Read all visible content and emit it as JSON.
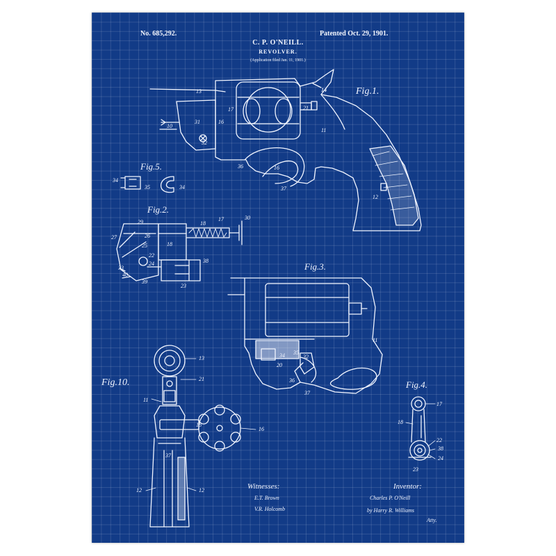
{
  "header": {
    "patent_number": "No. 685,292.",
    "patent_date": "Patented Oct. 29, 1901.",
    "inventor_name": "C. P. O'NEILL.",
    "invention_title": "REVOLVER.",
    "application_note": "(Application filed Jan. 11, 1901.)"
  },
  "figures": {
    "fig1": "Fig.1.",
    "fig2": "Fig.2.",
    "fig3": "Fig.3.",
    "fig4": "Fig.4.",
    "fig5": "Fig.5.",
    "fig10": "Fig.10."
  },
  "reference_numerals": {
    "fig1": [
      "13",
      "14",
      "10",
      "31",
      "16",
      "17",
      "21",
      "14",
      "11",
      "32",
      "36",
      "16",
      "37",
      "12"
    ],
    "fig5": [
      "34",
      "35",
      "34"
    ],
    "fig2": [
      "29",
      "18",
      "17",
      "30",
      "27",
      "26",
      "25",
      "22",
      "24",
      "33",
      "40",
      "39",
      "23",
      "38",
      "18"
    ],
    "fig3": [
      "11",
      "34",
      "20",
      "36",
      "37",
      "32",
      "35"
    ],
    "fig10": [
      "13",
      "21",
      "11",
      "16",
      "18",
      "37",
      "12",
      "12"
    ],
    "fig4": [
      "17",
      "18",
      "22",
      "38",
      "24",
      "23"
    ]
  },
  "signatures": {
    "witnesses_heading": "Witnesses:",
    "witness_1": "E.T. Brown",
    "witness_2": "V.R. Holcomb",
    "inventor_heading": "Inventor:",
    "inventor_signature": "Charles P. O'Neill",
    "attorney_signature": "by Harry R. Williams",
    "attorney_label": "Atty."
  },
  "colors": {
    "background": "#123b87",
    "line": "#f1f5ff",
    "grid": "rgba(255,255,255,0.13)"
  }
}
